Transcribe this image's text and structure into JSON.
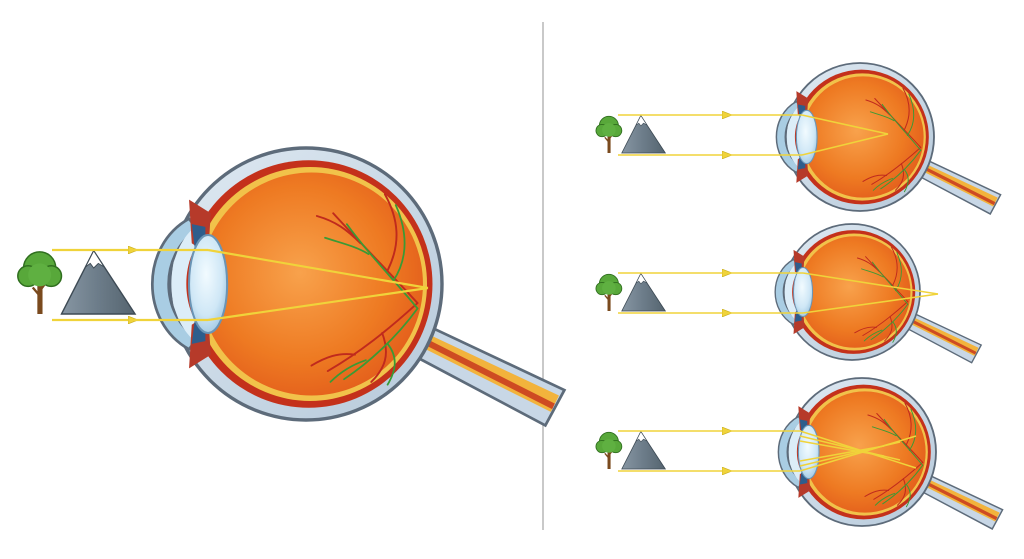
{
  "diagram": {
    "panels": [
      {
        "id": "normal-vision",
        "focus": "retina"
      },
      {
        "id": "myopia",
        "focus": "in-front-of-retina"
      },
      {
        "id": "hyperopia",
        "focus": "behind-retina"
      },
      {
        "id": "astigmatism",
        "focus": "multiple-points"
      }
    ],
    "colors": {
      "background": "#ffffff",
      "divider": "#b7b7b7",
      "sclera": "#c8d7e6",
      "sclera-edge": "#5d6b7a",
      "choroid": "#c4311b",
      "retina-rim": "#f1c24a",
      "interior": "#e96a17",
      "interior-light": "#f7a04a",
      "lens": "#cde6f5",
      "cornea": "#a9cde3",
      "iris": "#2e5d8c",
      "ray": "#f0d33a",
      "vessel-red": "#c02a1d",
      "vessel-green": "#3a9a35",
      "nerve": "#f2b33c",
      "tree-canopy": "#58a83a",
      "tree-trunk": "#7a4a1e",
      "mountain": "#6e7e8b",
      "mountain-snow": "#ffffff"
    },
    "icons": [
      "tree-icon",
      "mountain-icon",
      "eye-icon",
      "arrow-icon"
    ]
  }
}
